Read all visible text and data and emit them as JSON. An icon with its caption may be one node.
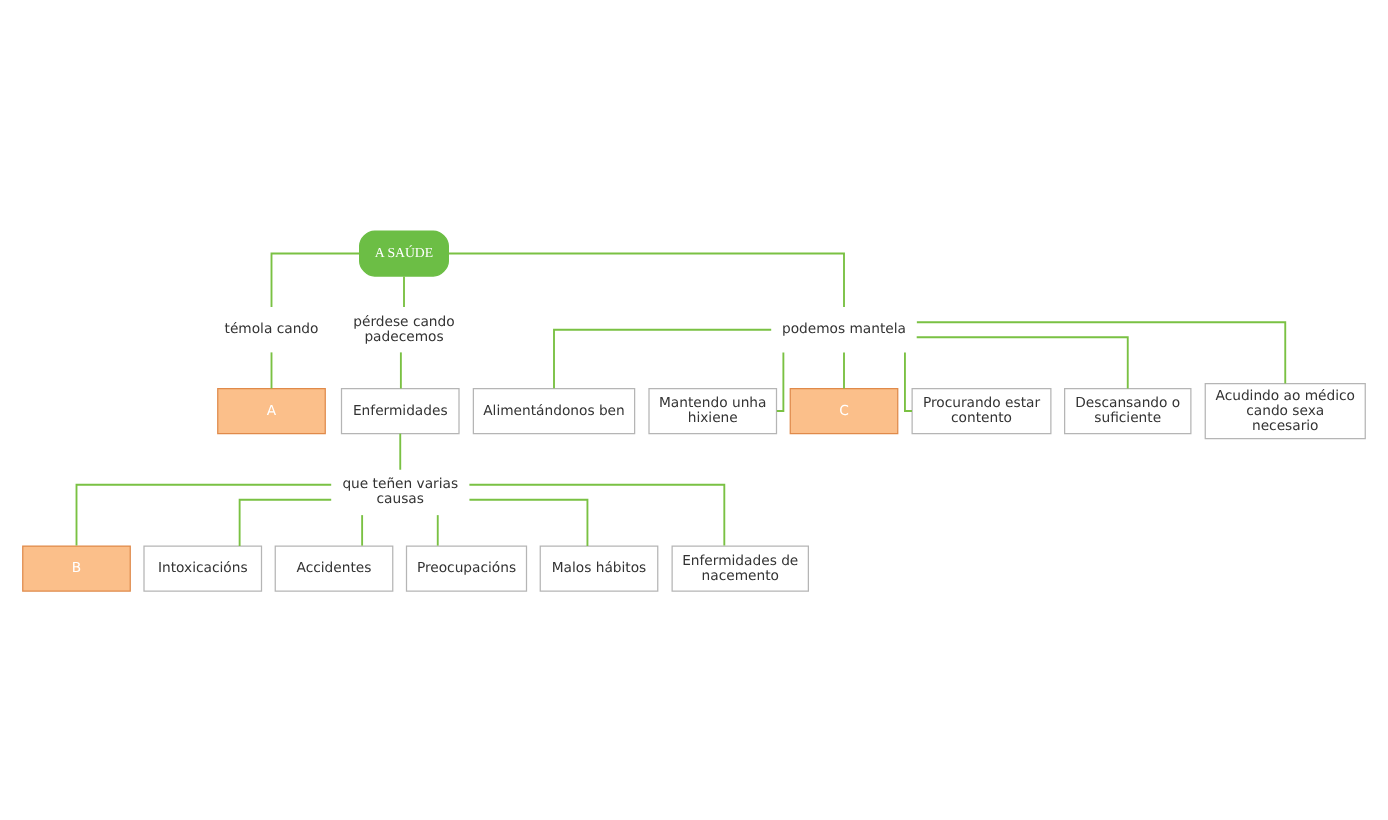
{
  "diagram": {
    "nodes": [
      {
        "text": [
          "A SAÚDE"
        ]
      },
      {
        "text": [
          "témola cando"
        ]
      },
      {
        "text": [
          "pérdese cando padecemos"
        ]
      },
      {
        "text": [
          "podemos mantela"
        ]
      },
      {
        "text": [
          "A"
        ]
      },
      {
        "text": [
          "Enfermidades"
        ]
      },
      {
        "text": [
          "que teñen varias causas"
        ]
      },
      {
        "text": [
          "B"
        ]
      },
      {
        "text": [
          "Intoxicacións"
        ]
      },
      {
        "text": [
          "Accidentes"
        ]
      },
      {
        "text": [
          "Preocupacións"
        ]
      },
      {
        "text": [
          "Malos hábitos"
        ]
      },
      {
        "text": [
          "Enfermidades de nacemento"
        ]
      },
      {
        "text": [
          "Alimentándonos ben"
        ]
      },
      {
        "text": [
          "Mantendo unha hixiene"
        ]
      },
      {
        "text": [
          "C"
        ]
      },
      {
        "text": [
          "Procurando estar contento"
        ]
      },
      {
        "text": [
          "Descansando o suficiente"
        ]
      },
      {
        "text": [
          "Acudindo ao médico cando sexa necesario"
        ]
      }
    ],
    "edges": [
      {
        "from": 0,
        "to": 1,
        "arrow": "none"
      },
      {
        "from": 0,
        "to": 2,
        "arrow": "none"
      },
      {
        "from": 0,
        "to": 3,
        "arrow": "none"
      },
      {
        "from": 1,
        "to": 4,
        "arrow": "none"
      },
      {
        "from": 2,
        "to": 5,
        "arrow": "none"
      },
      {
        "from": 5,
        "to": 6,
        "arrow": "none"
      },
      {
        "from": 6,
        "to": 7,
        "arrow": "none"
      },
      {
        "from": 6,
        "to": 8,
        "arrow": "none"
      },
      {
        "from": 6,
        "to": 9,
        "arrow": "none"
      },
      {
        "from": 6,
        "to": 10,
        "arrow": "none"
      },
      {
        "from": 6,
        "to": 11,
        "arrow": "none"
      },
      {
        "from": 6,
        "to": 12,
        "arrow": "none"
      },
      {
        "from": 3,
        "to": 13,
        "arrow": "none"
      },
      {
        "from": 3,
        "to": 14,
        "arrow": "none"
      },
      {
        "from": 3,
        "to": 15,
        "arrow": "none"
      },
      {
        "from": 3,
        "to": 16,
        "arrow": "none"
      },
      {
        "from": 3,
        "to": 17,
        "arrow": "none"
      },
      {
        "from": 3,
        "to": 18,
        "arrow": "none"
      }
    ]
  }
}
